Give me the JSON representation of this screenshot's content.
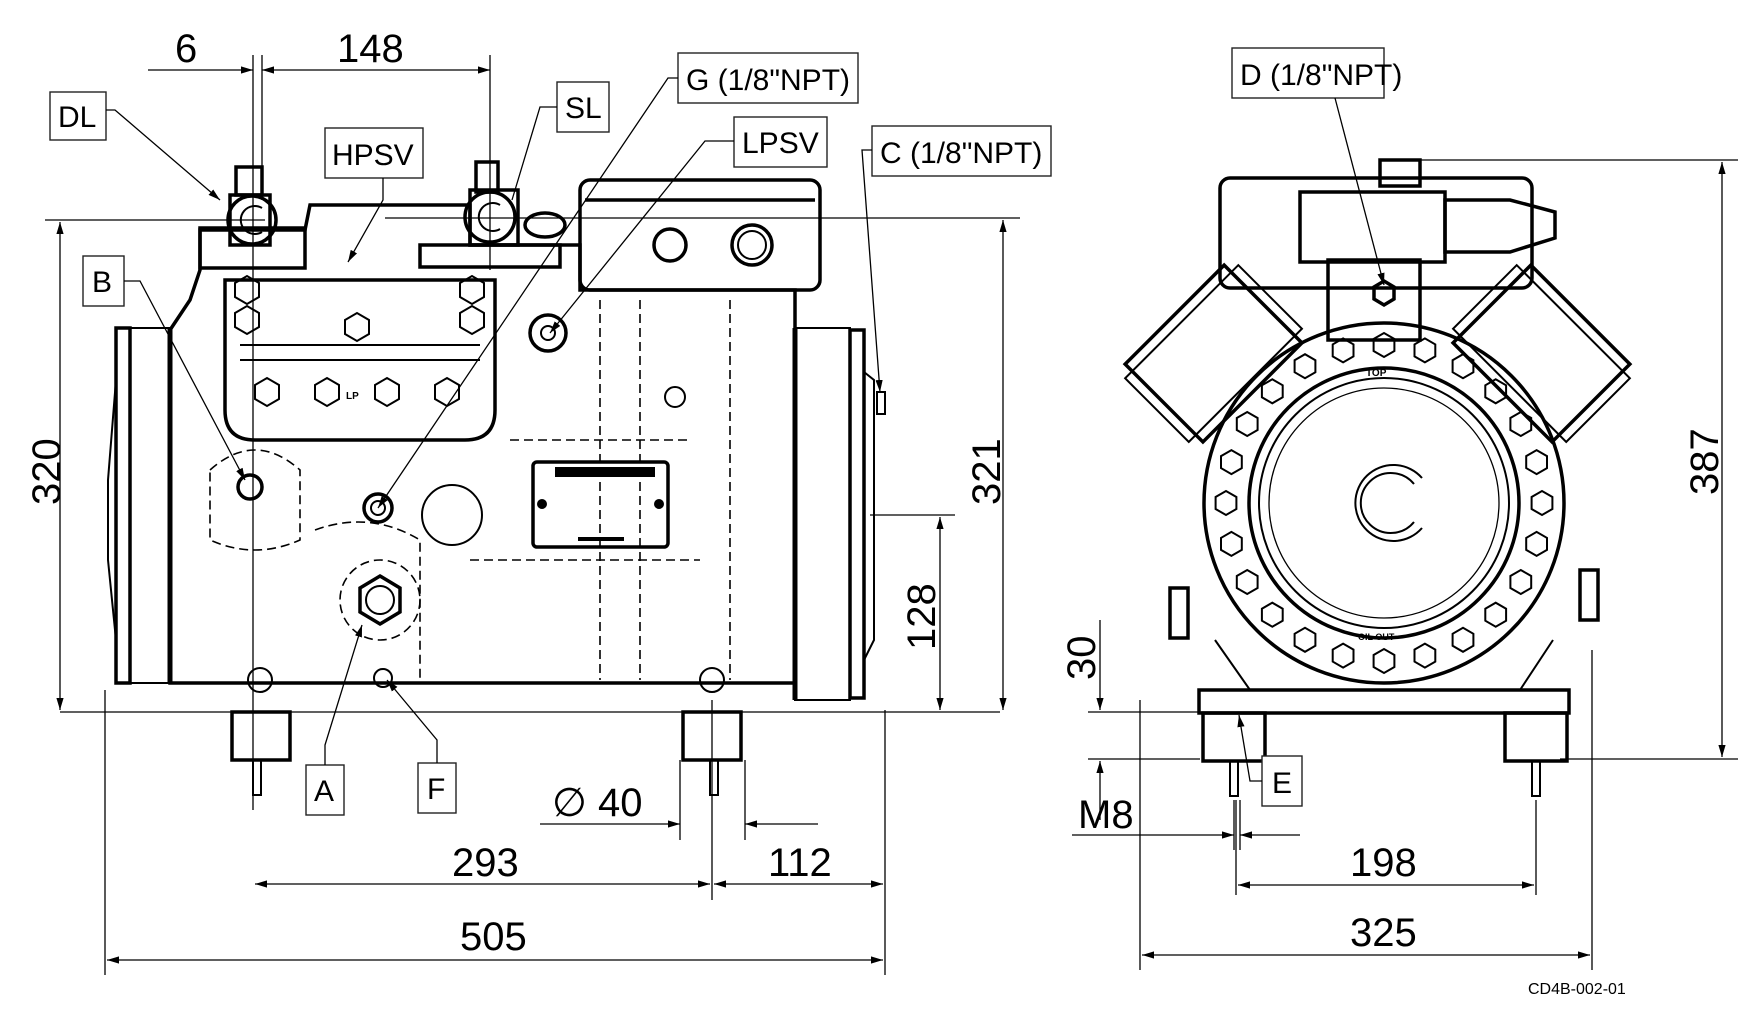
{
  "drawing": {
    "title_code": "CD4B-002-01",
    "views": [
      "side-view",
      "end-view"
    ]
  },
  "callouts": {
    "dl": "DL",
    "sl": "SL",
    "hpsv": "HPSV",
    "lpsv": "LPSV",
    "b": "B",
    "a": "A",
    "f": "F",
    "e": "E",
    "g": "G (1/8\"NPT)",
    "c": "C (1/8\"NPT)",
    "d": "D (1/8\"NPT)"
  },
  "dimensions": {
    "d6": "6",
    "d148": "148",
    "d320": "320",
    "d321": "321",
    "d128": "128",
    "d293": "293",
    "d112": "112",
    "d505": "505",
    "d40": "∅ 40",
    "d30": "30",
    "m8": "M8",
    "d198": "198",
    "d325": "325",
    "d387": "387"
  },
  "plates": {
    "lp_mark": "LP",
    "top_mark": "TOP",
    "oil_out_mark": "OIL OUT"
  }
}
